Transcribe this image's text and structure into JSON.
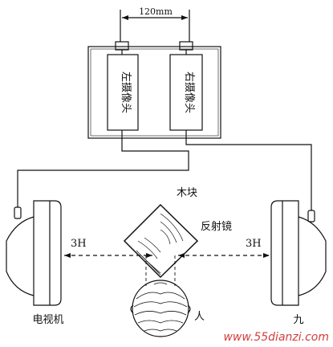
{
  "diagram": {
    "dimension_label": "120mm",
    "left_camera_label": "左摄像头",
    "right_camera_label": "右摄像头",
    "wood_block_label": "木块",
    "mirror_label": "反射镜",
    "left_distance_label": "3H",
    "right_distance_label": "3H",
    "tv_label": "电视机",
    "person_label": "人",
    "right_tv_partial_label": "九",
    "watermark": "www.55dianzi.com"
  }
}
